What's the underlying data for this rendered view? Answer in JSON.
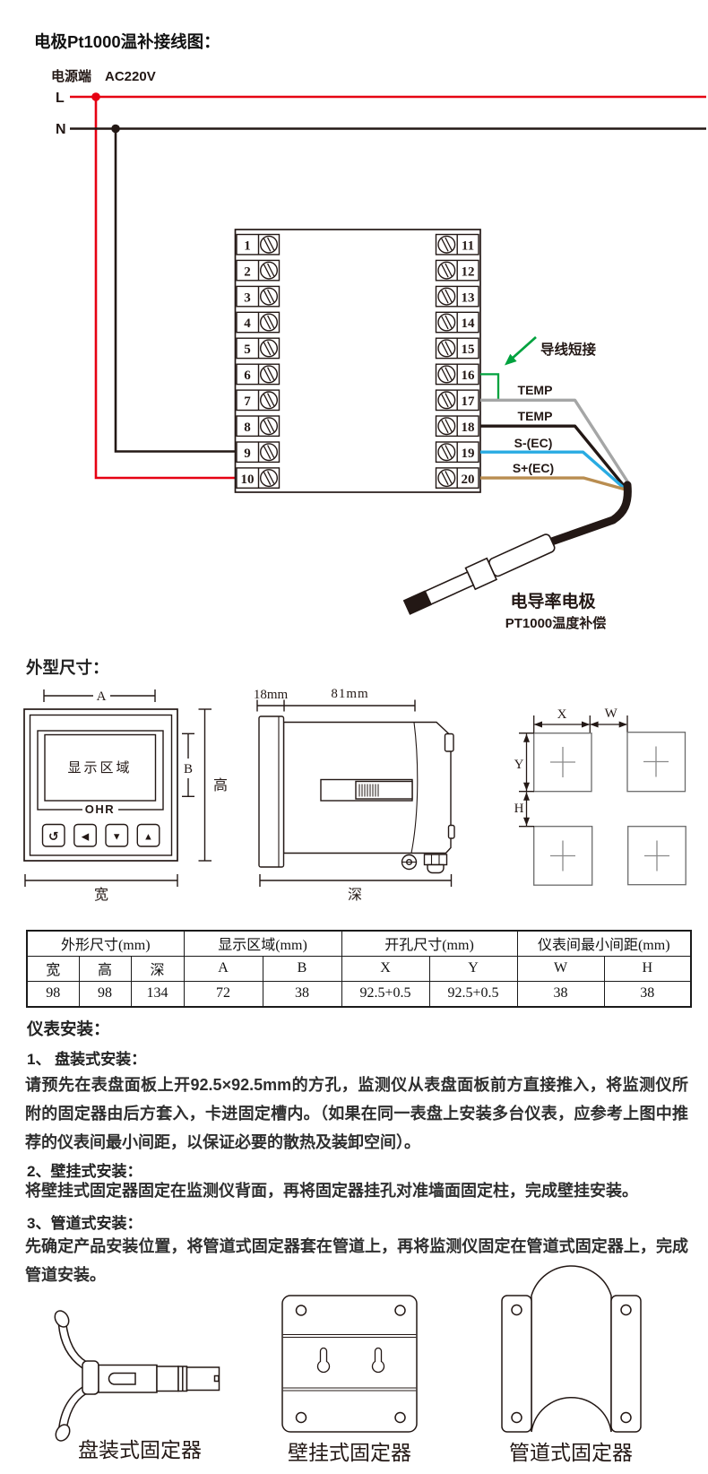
{
  "wiring": {
    "title": "电极Pt1000温补接线图：",
    "power_terminal": "电源端",
    "voltage": "AC220V",
    "live": "L",
    "neutral": "N",
    "terminals_left": [
      "1",
      "2",
      "3",
      "4",
      "5",
      "6",
      "7",
      "8",
      "9",
      "10"
    ],
    "terminals_right": [
      "11",
      "12",
      "13",
      "14",
      "15",
      "16",
      "17",
      "18",
      "19",
      "20"
    ],
    "jumper_label": "导线短接",
    "wire_temp1": "TEMP",
    "wire_temp2": "TEMP",
    "wire_s_minus": "S-(EC)",
    "wire_s_plus": "S+(EC)",
    "electrode_title": "电导率电极",
    "electrode_subtitle": "PT1000温度补偿",
    "colors": {
      "live_red": "#e60012",
      "neutral_black": "#231815",
      "jumper_green": "#00a23e",
      "temp_gray": "#a5a6a6",
      "s_minus_blue": "#29abe2",
      "s_plus_brown": "#b98d50"
    }
  },
  "outline": {
    "heading": "外型尺寸：",
    "front": {
      "dim_a": "A",
      "dim_b": "B",
      "height": "高",
      "width": "宽",
      "display_area": "显示区域",
      "brand": "OHR",
      "btn_reset": "↺",
      "btn_left": "◀",
      "btn_down": "▼",
      "btn_up": "▲"
    },
    "side": {
      "front_depth": "18mm",
      "body_depth": "81mm",
      "depth": "深"
    },
    "cutout": {
      "x": "X",
      "w": "W",
      "y": "Y",
      "h": "H"
    }
  },
  "spec_table": {
    "g0": {
      "label": "外形尺寸(mm)",
      "c0": "宽",
      "c1": "高",
      "c2": "深",
      "v0": "98",
      "v1": "98",
      "v2": "134"
    },
    "g1": {
      "label": "显示区域(mm)",
      "c0": "A",
      "c1": "B",
      "v0": "72",
      "v1": "38"
    },
    "g2": {
      "label": "开孔尺寸(mm)",
      "c0": "X",
      "c1": "Y",
      "v0": "92.5+0.5",
      "v1": "92.5+0.5"
    },
    "g3": {
      "label": "仪表间最小间距(mm)",
      "c0": "W",
      "c1": "H",
      "v0": "38",
      "v1": "38"
    }
  },
  "install": {
    "heading": "仪表安装：",
    "s1_title": "1、 盘装式安装：",
    "s1_body": "请预先在表盘面板上开92.5×92.5mm的方孔，监测仪从表盘面板前方直接推入，将监测仪所附的固定器由后方套入，卡进固定槽内。（如果在同一表盘上安装多台仪表，应参考上图中推荐的仪表间最小间距，以保证必要的散热及装卸空间）。",
    "s2_title": "2、壁挂式安装：",
    "s2_body": "将壁挂式固定器固定在监测仪背面，再将固定器挂孔对准墙面固定柱，完成壁挂安装。",
    "s3_title": "3、管道式安装：",
    "s3_body": "先确定产品安装位置，将管道式固定器套在管道上，再将监测仪固定在管道式固定器上，完成管道安装。",
    "cap_panel": "盘装式固定器",
    "cap_wall": "壁挂式固定器",
    "cap_pipe": "管道式固定器"
  }
}
